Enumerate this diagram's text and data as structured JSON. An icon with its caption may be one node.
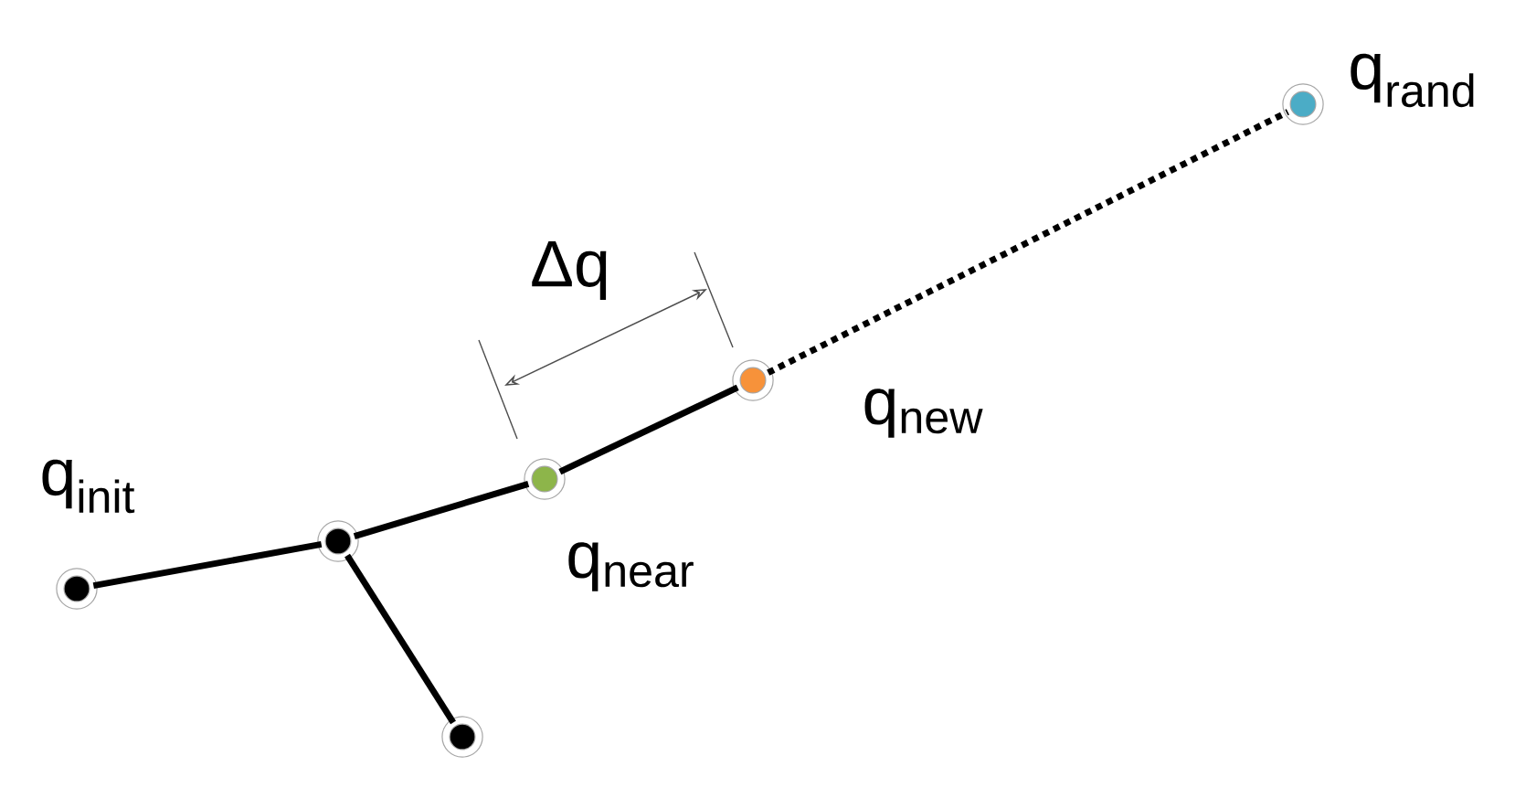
{
  "diagram": {
    "nodes": [
      {
        "text": [],
        "shape": "circle",
        "beside": [
          "q$_{init}$"
        ]
      },
      {
        "text": [],
        "shape": "circle"
      },
      {
        "text": [],
        "shape": "circle"
      },
      {
        "text": [],
        "shape": "circle",
        "beside": [
          "q$_{near}$"
        ]
      },
      {
        "text": [],
        "shape": "circle",
        "beside": [
          "q$_{new}$"
        ]
      },
      {
        "text": [],
        "shape": "circle",
        "beside": [
          "q$_{rand}$"
        ]
      }
    ],
    "edges": [
      {
        "from": 0,
        "to": 1,
        "arrow": "none"
      },
      {
        "from": 1,
        "to": 2,
        "arrow": "none"
      },
      {
        "from": 1,
        "to": 3,
        "arrow": "none"
      },
      {
        "from": 3,
        "to": 4,
        "arrow": "none"
      },
      {
        "from": 4,
        "to": 5,
        "arrow": "none",
        "style": "dashed"
      }
    ],
    "labels": [
      "Δq"
    ]
  }
}
